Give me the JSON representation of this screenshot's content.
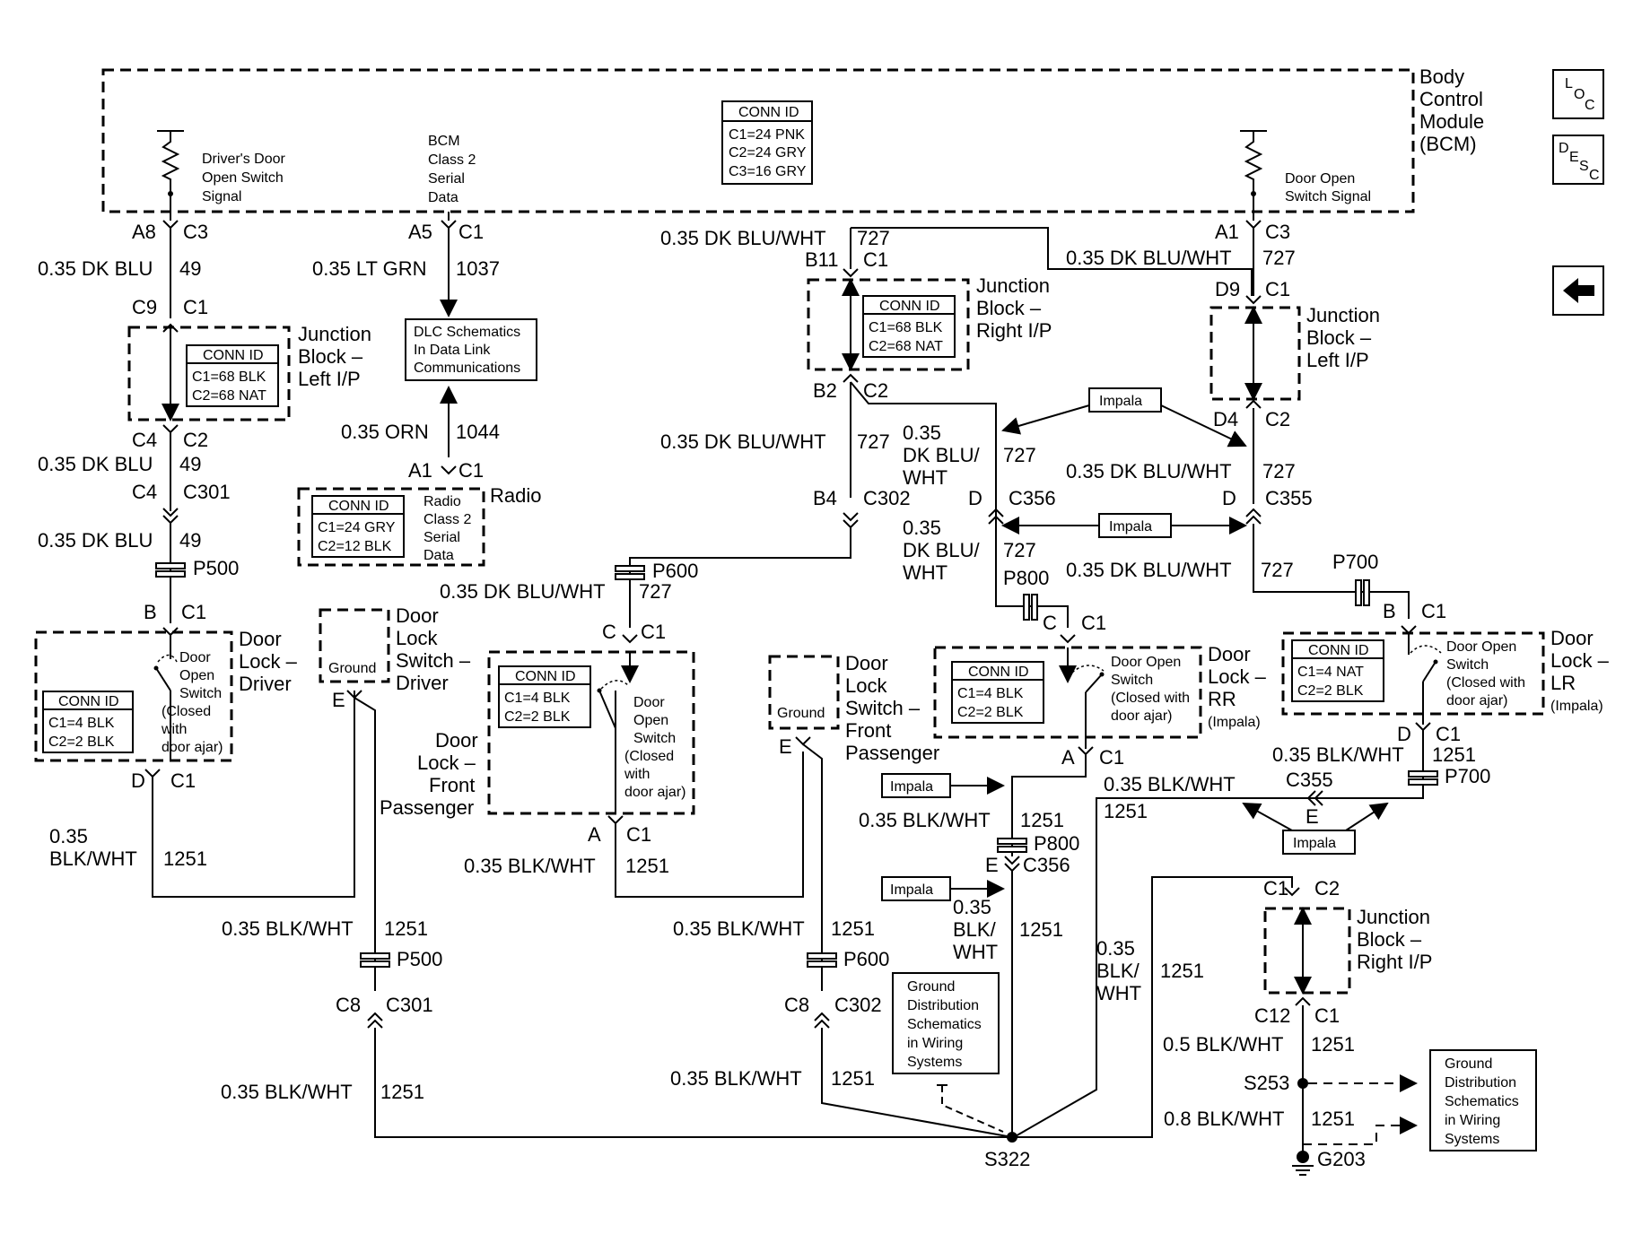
{
  "bcm": {
    "line1": "Body",
    "line2": "Control",
    "line3": "Module",
    "line4": "(BCM)"
  },
  "bcm_conn": {
    "title": "CONN ID",
    "c1": "C1=24 PNK",
    "c2": "C2=24 GRY",
    "c3": "C3=16 GRY"
  },
  "bcm_inputs": {
    "driver": [
      "Driver's Door",
      "Open Switch",
      "Signal"
    ],
    "class2": [
      "BCM",
      "Class 2",
      "Serial",
      "Data"
    ],
    "door_open": [
      "Door Open",
      "Switch Signal"
    ]
  },
  "side_buttons": {
    "loc": "LOC",
    "desc": "DESC",
    "back": "back-arrow"
  },
  "left_column": {
    "a8": "A8",
    "c3": "C3",
    "wire1": "0.35 DK BLU",
    "ckt1": "49",
    "c9": "C9",
    "c1": "C1",
    "jb_conn": {
      "title": "CONN ID",
      "c1": "C1=68 BLK",
      "c2": "C2=68 NAT"
    },
    "jb_label": [
      "Junction",
      "Block –",
      "Left I/P"
    ],
    "c4a": "C4",
    "c2": "C2",
    "wire2": "0.35 DK BLU",
    "ckt2": "49",
    "c4b": "C4",
    "c301": "C301",
    "wire3": "0.35 DK BLU",
    "ckt3": "49",
    "p500": "P500",
    "b": "B",
    "c1b": "C1",
    "dl_conn": {
      "title": "CONN ID",
      "c1": "C1=4 BLK",
      "c2": "C2=2 BLK"
    },
    "switch_label": [
      "Door",
      "Open",
      "Switch",
      "(Closed",
      "with",
      "door ajar)"
    ],
    "dl_label": [
      "Door",
      "Lock –",
      "Driver"
    ],
    "d": "D",
    "c1c": "C1",
    "wire4a": "0.35",
    "wire4b": "BLK/WHT",
    "ckt4": "1251"
  },
  "driver_switch": {
    "ground": "Ground",
    "label": [
      "Door",
      "Lock",
      "Switch –",
      "Driver"
    ],
    "e": "E",
    "wire": "0.35 BLK/WHT",
    "ckt": "1251",
    "p500": "P500",
    "c8": "C8",
    "c301": "C301",
    "wire2": "0.35 BLK/WHT",
    "ckt2": "1251"
  },
  "dlc": {
    "a5": "A5",
    "c1": "C1",
    "wire": "0.35 LT GRN",
    "ckt": "1037",
    "box": [
      "DLC Schematics",
      "In Data Link",
      "Communications"
    ]
  },
  "radio": {
    "wire": "0.35 ORN",
    "ckt": "1044",
    "a1": "A1",
    "c1": "C1",
    "conn": {
      "title": "CONN ID",
      "c1": "C1=24 GRY",
      "c2": "C2=12 BLK"
    },
    "inner": [
      "Radio",
      "Class 2",
      "Serial",
      "Data"
    ],
    "label": "Radio"
  },
  "right_ip_top": {
    "wire": "0.35 DK BLU/WHT",
    "ckt": "727",
    "b11": "B11",
    "c1": "C1",
    "conn": {
      "title": "CONN ID",
      "c1": "C1=68 BLK",
      "c2": "C2=68 NAT"
    },
    "label": [
      "Junction",
      "Block –",
      "Right I/P"
    ],
    "b2": "B2",
    "c2": "C2",
    "wire2": "0.35 DK BLU/WHT",
    "ckt2": "727",
    "b4": "B4",
    "c302": "C302",
    "p600": "P600",
    "wire3": "0.35 DK BLU/WHT",
    "ckt3": "727"
  },
  "front_pass": {
    "c": "C",
    "c1": "C1",
    "conn": {
      "title": "CONN ID",
      "c1": "C1=4 BLK",
      "c2": "C2=2 BLK"
    },
    "switch_label": [
      "Door",
      "Open",
      "Switch",
      "(Closed",
      "with",
      "door ajar)"
    ],
    "label": [
      "Door",
      "Lock –",
      "Front",
      "Passenger"
    ],
    "a": "A",
    "c1b": "C1",
    "wire": "0.35 BLK/WHT",
    "ckt": "1251"
  },
  "fp_switch": {
    "ground": "Ground",
    "label": [
      "Door",
      "Lock",
      "Switch –",
      "Front",
      "Passenger"
    ],
    "e": "E",
    "wire": "0.35 BLK/WHT",
    "ckt": "1251",
    "p600": "P600",
    "c8": "C8",
    "c302": "C302",
    "wire2": "0.35 BLK/WHT",
    "ckt2": "1251"
  },
  "left_ip_right": {
    "a1": "A1",
    "c3": "C3",
    "wire": "0.35 DK BLU/WHT",
    "ckt": "727",
    "d9": "D9",
    "c1": "C1",
    "label": [
      "Junction",
      "Block –",
      "Left I/P"
    ],
    "d4": "D4",
    "c2": "C2",
    "wire2": "0.35 DK BLU/WHT",
    "ckt2": "727",
    "d": "D",
    "c355": "C355",
    "wire3": "0.35 DK BLU/WHT",
    "ckt3": "727",
    "p700": "P700",
    "b": "B",
    "c1b": "C1"
  },
  "mid": {
    "wire1a": "0.35",
    "wire1b": "DK BLU/",
    "wire1c": "WHT",
    "ckt1": "727",
    "d": "D",
    "c356": "C356",
    "wire2a": "0.35",
    "wire2b": "DK BLU/",
    "wire2c": "WHT",
    "ckt2": "727",
    "p800": "P800",
    "c": "C",
    "c1": "C1",
    "impala": "Impala"
  },
  "rr": {
    "conn": {
      "title": "CONN ID",
      "c1": "C1=4 BLK",
      "c2": "C2=2 BLK"
    },
    "switch_label": [
      "Door Open",
      "Switch",
      "(Closed with",
      "door ajar)"
    ],
    "label": [
      "Door",
      "Lock –",
      "RR",
      "(Impala)"
    ],
    "a": "A",
    "c1": "C1"
  },
  "lr": {
    "conn": {
      "title": "CONN ID",
      "c1": "C1=4 NAT",
      "c2": "C2=2 BLK"
    },
    "switch_label": [
      "Door Open",
      "Switch",
      "(Closed with",
      "door ajar)"
    ],
    "label": [
      "Door",
      "Lock –",
      "LR",
      "(Impala)"
    ],
    "d": "D",
    "c1": "C1",
    "wire": "0.35 BLK/WHT",
    "ckt": "1251",
    "p700": "P700"
  },
  "lower_right": {
    "wire": "0.35 BLK/WHT",
    "c355": "C355",
    "ckt": "1251",
    "e": "E",
    "wire2": "0.35 BLK/WHT",
    "ckt2": "1251",
    "p800": "P800",
    "e2": "E",
    "c356": "C356",
    "wire3a": "0.35",
    "wire3b": "BLK/",
    "wire3c": "WHT",
    "ckt3": "1251",
    "wire4a": "0.35",
    "wire4b": "BLK/",
    "wire4c": "WHT",
    "ckt4": "1251",
    "gd_box": [
      "Ground",
      "Distribution",
      "Schematics",
      "in Wiring",
      "Systems"
    ],
    "s322": "S322"
  },
  "jb_right_bottom": {
    "c1": "C1",
    "c2": "C2",
    "label": [
      "Junction",
      "Block –",
      "Right I/P"
    ],
    "c12": "C12",
    "c1b": "C1",
    "wire": "0.5 BLK/WHT",
    "ckt": "1251",
    "s253": "S253",
    "wire2": "0.8 BLK/WHT",
    "ckt2": "1251",
    "g203": "G203",
    "gd_box": [
      "Ground",
      "Distribution",
      "Schematics",
      "in Wiring",
      "Systems"
    ]
  }
}
